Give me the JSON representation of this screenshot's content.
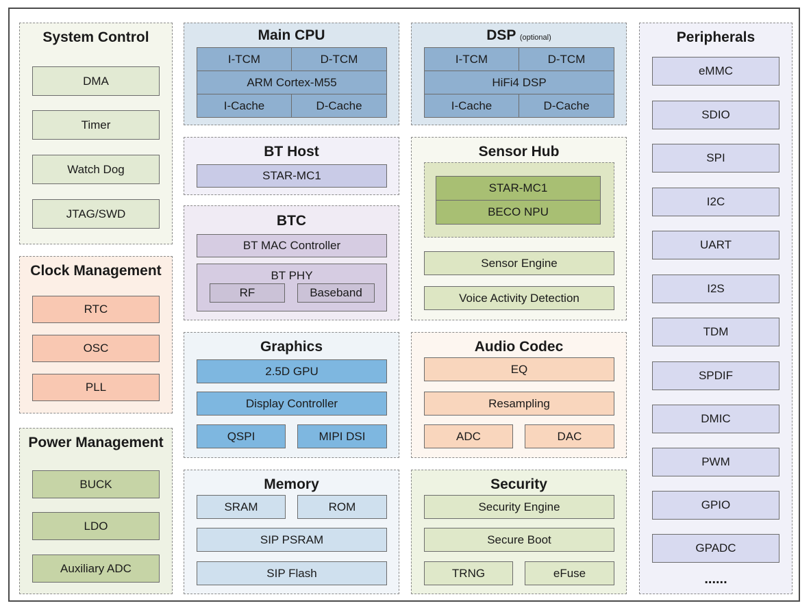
{
  "colors": {
    "system_control": "#e2ead3",
    "clock_management": "#f9c8b2",
    "power_management": "#c6d4a6",
    "main_cpu": "#8fb0d0",
    "bt_host": "#c9cbe7",
    "btc": "#d6cce2",
    "graphics": "#7eb7e0",
    "memory": "#cfe0ee",
    "sensor_hub": "#a8bf73",
    "audio_codec": "#f9d6bd",
    "security": "#dfe8c9",
    "peripherals": "#d8daf0"
  },
  "system_control": {
    "title": "System Control",
    "items": [
      "DMA",
      "Timer",
      "Watch Dog",
      "JTAG/SWD"
    ]
  },
  "clock_management": {
    "title": "Clock Management",
    "items": [
      "RTC",
      "OSC",
      "PLL"
    ]
  },
  "power_management": {
    "title": "Power Management",
    "items": [
      "BUCK",
      "LDO",
      "Auxiliary ADC"
    ]
  },
  "main_cpu": {
    "title": "Main CPU",
    "itcm": "I-TCM",
    "dtcm": "D-TCM",
    "core": "ARM Cortex-M55",
    "icache": "I-Cache",
    "dcache": "D-Cache"
  },
  "dsp": {
    "title": "DSP",
    "note": "(optional)",
    "itcm": "I-TCM",
    "dtcm": "D-TCM",
    "core": "HiFi4 DSP",
    "icache": "I-Cache",
    "dcache": "D-Cache"
  },
  "bt_host": {
    "title": "BT Host",
    "core": "STAR-MC1"
  },
  "btc": {
    "title": "BTC",
    "mac": "BT MAC Controller",
    "phy": "BT PHY",
    "rf": "RF",
    "baseband": "Baseband"
  },
  "graphics": {
    "title": "Graphics",
    "gpu": "2.5D GPU",
    "display": "Display Controller",
    "qspi": "QSPI",
    "mipi": "MIPI DSI"
  },
  "memory": {
    "title": "Memory",
    "sram": "SRAM",
    "rom": "ROM",
    "psram": "SIP PSRAM",
    "flash": "SIP Flash"
  },
  "sensor_hub": {
    "title": "Sensor Hub",
    "core": "STAR-MC1",
    "npu": "BECO NPU",
    "engine": "Sensor Engine",
    "vad": "Voice Activity Detection"
  },
  "audio_codec": {
    "title": "Audio Codec",
    "eq": "EQ",
    "resampling": "Resampling",
    "adc": "ADC",
    "dac": "DAC"
  },
  "security": {
    "title": "Security",
    "engine": "Security Engine",
    "boot": "Secure Boot",
    "trng": "TRNG",
    "efuse": "eFuse"
  },
  "peripherals": {
    "title": "Peripherals",
    "items": [
      "eMMC",
      "SDIO",
      "SPI",
      "I2C",
      "UART",
      "I2S",
      "TDM",
      "SPDIF",
      "DMIC",
      "PWM",
      "GPIO",
      "GPADC"
    ],
    "more": "......"
  }
}
